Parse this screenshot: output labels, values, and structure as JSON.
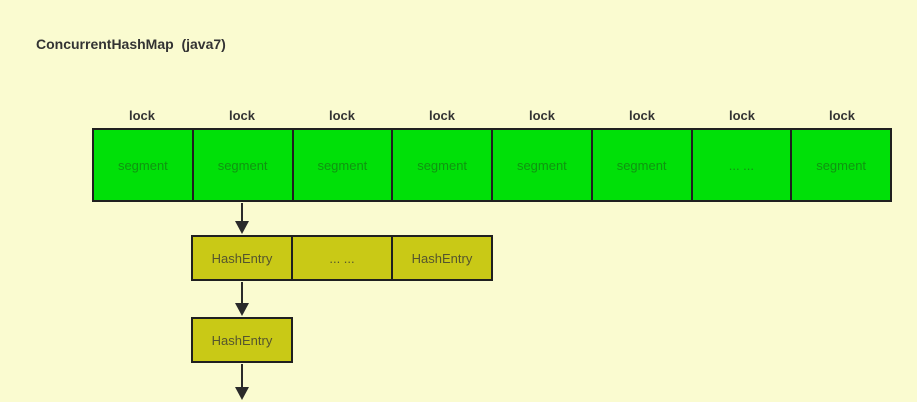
{
  "title": "ConcurrentHashMap  (java7)",
  "colors": {
    "background": "#fafbd0",
    "segment_fill": "#00e008",
    "segment_text": "#0f9410",
    "entry_fill": "#c9c916",
    "entry_text": "#55552e",
    "border": "#1f1f1f",
    "arrow": "#2a2a2a",
    "label_text": "#333333"
  },
  "segment_row": {
    "lock_labels": [
      "lock",
      "lock",
      "lock",
      "lock",
      "lock",
      "lock",
      "lock",
      "lock"
    ],
    "cells": [
      "segment",
      "segment",
      "segment",
      "segment",
      "segment",
      "segment",
      "... ...",
      "segment"
    ]
  },
  "hash_entry_row": {
    "cells": [
      "HashEntry",
      "... ...",
      "HashEntry"
    ]
  },
  "hash_entry_node": {
    "label": "HashEntry"
  }
}
